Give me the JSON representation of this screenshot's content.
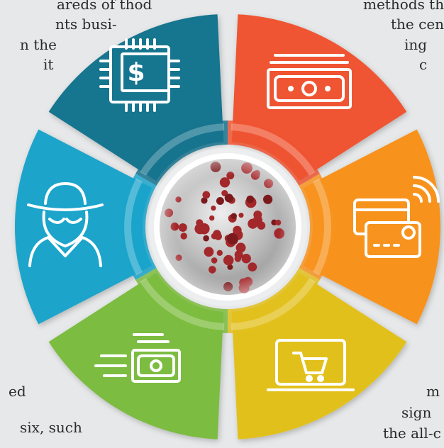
{
  "text_fragments": {
    "left": [
      "areds of thod",
      "nts busi-",
      "n the",
      "it",
      "ed",
      "six, such"
    ],
    "right": [
      "methods the",
      "the cen",
      "ing",
      "c",
      "m",
      "sign",
      "the all-c"
    ]
  },
  "segments": [
    {
      "name": "finance-chip",
      "icon": "dollar-chip-icon",
      "color": "#17748f"
    },
    {
      "name": "cash",
      "icon": "banknote-icon",
      "color": "#ef5533"
    },
    {
      "name": "card-payment",
      "icon": "contactless-card-icon",
      "color": "#f7931e"
    },
    {
      "name": "online-shopping",
      "icon": "laptop-cart-icon",
      "color": "#e2c01d"
    },
    {
      "name": "fast-money",
      "icon": "flying-money-icon",
      "color": "#7cbc3f"
    },
    {
      "name": "fraud",
      "icon": "spy-icon",
      "color": "#1ba4cb"
    }
  ],
  "center": {
    "icon": "coronavirus-icon",
    "color": "#a3282b"
  }
}
